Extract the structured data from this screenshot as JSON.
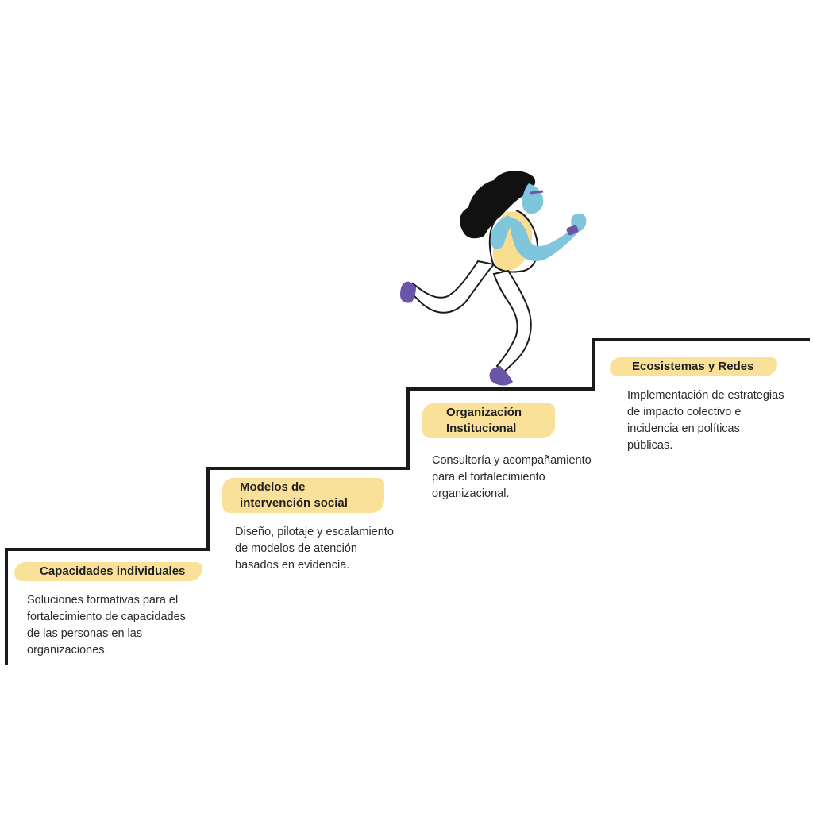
{
  "steps": [
    {
      "title": "Capacidades individuales",
      "description": "Soluciones formativas para el\nfortalecimiento de capacidades\nde las personas en las\norganizaciones."
    },
    {
      "title": "Modelos de\nintervención social",
      "description": "Diseño, pilotaje y escalamiento\nde modelos de atención\nbasados en evidencia."
    },
    {
      "title": "Organización\nInstitucional",
      "description": "Consultoría y acompañamiento\npara el fortalecimiento\norganizacional."
    },
    {
      "title": "Ecosistemas y Redes",
      "description": "Implementación de estrategias\nde impacto colectivo e\nincidencia en políticas\npúblicas."
    }
  ],
  "colors": {
    "highlight": "#f9de8f",
    "stair_line": "#1a1a1a",
    "skin": "#7fc6dc",
    "hair": "#111111",
    "accent": "#6b55a8"
  },
  "illustration": {
    "icon": "running-woman-icon"
  }
}
